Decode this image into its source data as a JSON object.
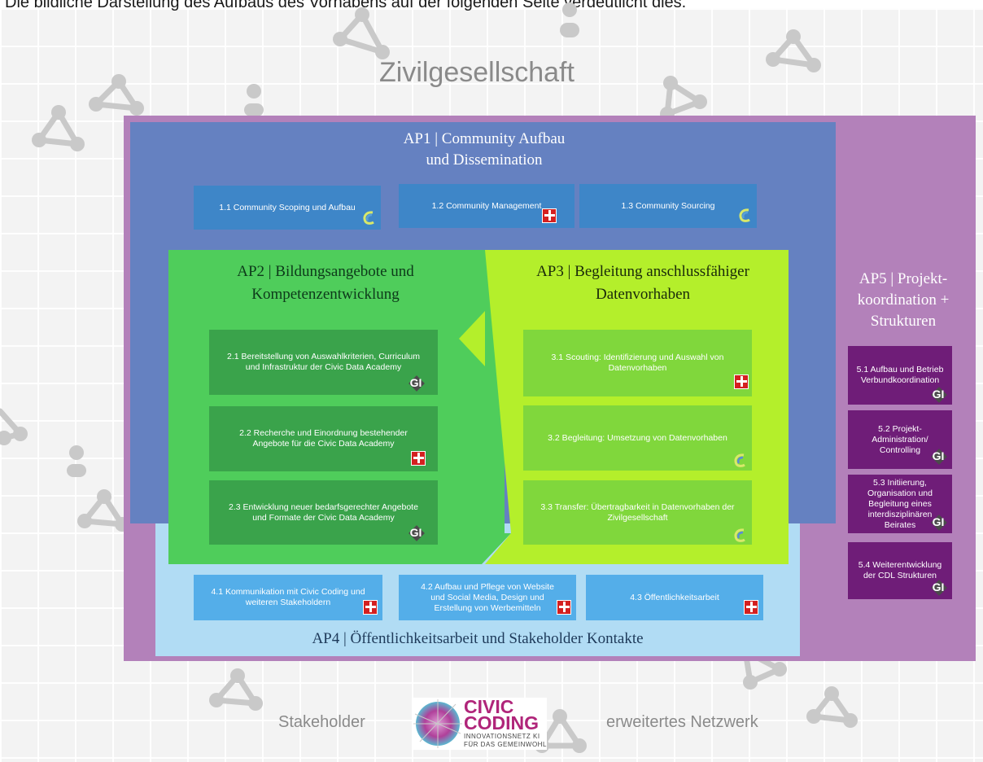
{
  "caption": "Die bildliche Darstellung des Aufbaus des Vorhabens auf der folgenden Seite verdeutlicht dies.",
  "top_label": "Zivilgesellschaft",
  "ap1": {
    "title_line1": "AP1 | Community Aufbau",
    "title_line2": "und Dissemination",
    "tasks": [
      {
        "label": "1.1 Community Scoping und Aufbau",
        "partner_icon": "swirl-logo-icon"
      },
      {
        "label": "1.2 Community Management",
        "partner_icon": "caritas-logo-icon"
      },
      {
        "label": "1.3 Community Sourcing",
        "partner_icon": "swirl-logo-icon"
      }
    ]
  },
  "ap2": {
    "title_line1": "AP2 | Bildungsangebote und",
    "title_line2": "Kompetenzentwicklung",
    "tasks": [
      {
        "label": "2.1 Bereitstellung von Auswahlkriterien, Curriculum und Infrastruktur der Civic Data Academy",
        "partner_icon": "gi-logo-icon"
      },
      {
        "label": "2.2 Recherche und Einordnung bestehender Angebote für die Civic Data Academy",
        "partner_icon": "caritas-logo-icon"
      },
      {
        "label": "2.3 Entwicklung neuer bedarfsgerechter Angebote und Formate der Civic Data Academy",
        "partner_icon": "gi-logo-icon"
      }
    ]
  },
  "ap3": {
    "title_line1": "AP3 | Begleitung anschlussfähiger",
    "title_line2": "Datenvorhaben",
    "tasks": [
      {
        "label": "3.1 Scouting: Identifizierung und Auswahl von Datenvorhaben",
        "partner_icon": "caritas-logo-icon"
      },
      {
        "label": "3.2 Begleitung: Umsetzung von Datenvorhaben",
        "partner_icon": "swirl-logo-icon"
      },
      {
        "label": "3.3 Transfer: Übertragbarkeit in Datenvorhaben der Zivilgesellschaft",
        "partner_icon": "swirl-logo-icon"
      }
    ]
  },
  "ap4": {
    "title": "AP4 | Öffentlichkeitsarbeit und Stakeholder Kontakte",
    "tasks": [
      {
        "label": "4.1 Kommunikation mit Civic Coding und weiteren Stakeholdern",
        "partner_icon": "caritas-logo-icon"
      },
      {
        "label": "4.2 Aufbau und Pflege von Website und Social Media, Design und Erstellung von Werbemitteln",
        "partner_icon": "caritas-logo-icon"
      },
      {
        "label": "4.3 Öffentlichkeitsarbeit",
        "partner_icon": "caritas-logo-icon"
      }
    ]
  },
  "ap5": {
    "title_line1": "AP5 | Projekt-",
    "title_line2": "koordination +",
    "title_line3": "Strukturen",
    "tasks": [
      {
        "label": "5.1 Aufbau und Betrieb Verbundkoordination",
        "partner_icon": "gi-logo-icon"
      },
      {
        "label": "5.2 Projekt-Administration/ Controlling",
        "partner_icon": "gi-logo-icon"
      },
      {
        "label": "5.3 Initiierung, Organisation und Begleitung eines interdisziplinären Beirates",
        "partner_icon": "gi-logo-icon"
      },
      {
        "label": "5.4 Weiterentwicklung der CDL Strukturen",
        "partner_icon": "gi-logo-icon"
      }
    ]
  },
  "bottom": {
    "left_label": "Stakeholder",
    "right_label": "erweitertes Netzwerk",
    "logo_line1": "CIVIC",
    "logo_line2": "CODING",
    "logo_line3": "INNOVATIONSNETZ KI",
    "logo_line4": "FÜR DAS GEMEINWOHL"
  },
  "gi_text": "GI",
  "colors": {
    "ap5_purple": "#b381ba",
    "ap1_blue": "#6581c1",
    "ap1_task": "#3e86c8",
    "ap2_green": "#4fcd5b",
    "ap2_task": "#3aa34b",
    "ap3_lime": "#b4ef2b",
    "ap3_task": "#80d73c",
    "ap4_light": "#b1dcf4",
    "ap4_task": "#54aee9",
    "ap5_task": "#6f1d78"
  }
}
